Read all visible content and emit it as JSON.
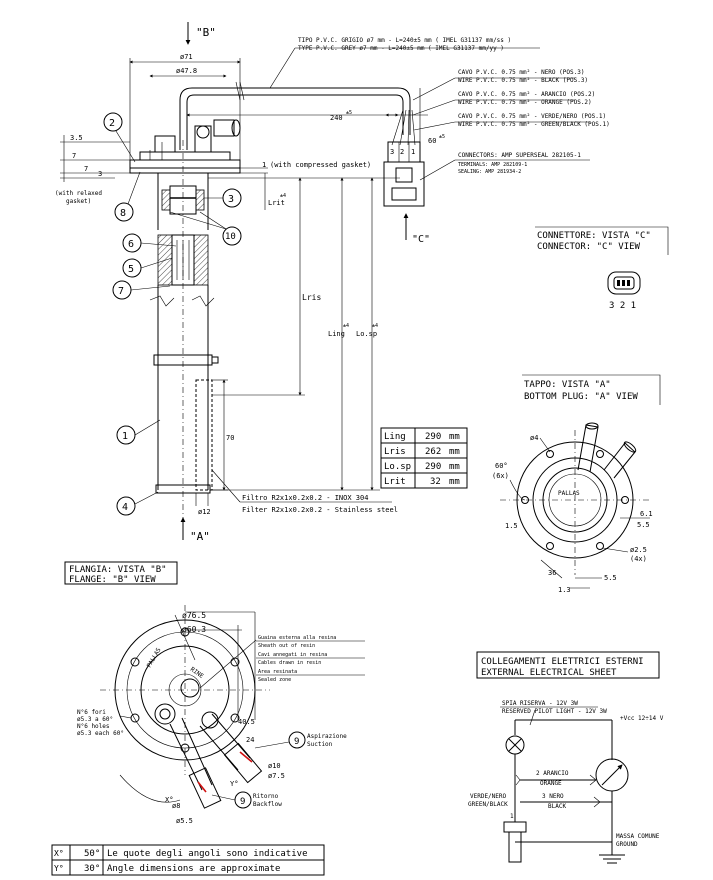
{
  "view_labels": {
    "view_b": "\"B\"",
    "view_a": "\"A\"",
    "view_c": "\"C\""
  },
  "dims": {
    "d71": "ø71",
    "d47_8": "ø47.8",
    "d240": "240",
    "d240_tol": "±5",
    "d60": "60",
    "d60_tol": "±5",
    "d3_5": "3.5",
    "d7a": "7",
    "d7b": "7",
    "d1": "1",
    "d3": "3",
    "lrit": "Lrit",
    "lrit_tol": "±4",
    "lris": "Lris",
    "ling": "Ling",
    "ling_tol": "±4",
    "losp": "Lo.sp",
    "losp_tol": "±4",
    "d70": "70",
    "d12": "ø12"
  },
  "cable_spec": {
    "line1": "TIPO P.V.C. GRIGIO ø7 mm - L=240±5 mm ( IMEL  G31137  mm/ss )",
    "line2": "TYPE P.V.C. GREY ø7 mm - L=240±5 mm ( IMEL  G31137  mm/yy )"
  },
  "wires": [
    {
      "it": "CAVO P.V.C. 0.75 mm² - NERO (POS.3)",
      "en": "WIRE P.V.C. 0.75 mm² - BLACK (POS.3)"
    },
    {
      "it": "CAVO P.V.C. 0.75 mm² - ARANCIO (POS.2)",
      "en": "WIRE P.V.C. 0.75 mm² - ORANGE (POS.2)"
    },
    {
      "it": "CAVO P.V.C. 0.75 mm² - VERDE/NERO (POS.1)",
      "en": "WIRE P.V.C. 0.75 mm² - GREEN/BLACK (POS.1)"
    }
  ],
  "connector_spec": [
    "CONNECTORS: AMP SUPERSEAL 282105-1",
    "TERMINALS: AMP 282109-1",
    "SEALING: AMP 281934-2"
  ],
  "connector_pins": [
    "3",
    "2",
    "1"
  ],
  "gasket": {
    "compressed": "(with compressed gasket)",
    "relaxed_1": "(with relaxed",
    "relaxed_2": "gasket)"
  },
  "balloons": [
    "2",
    "8",
    "3",
    "10",
    "6",
    "5",
    "7",
    "1",
    "4"
  ],
  "connector_view": {
    "it": "CONNETTORE: VISTA \"C\"",
    "en": "CONNECTOR: \"C\" VIEW",
    "pins": "3 2 1"
  },
  "bottom_plug": {
    "title_it": "TAPPO: VISTA \"A\"",
    "title_en": "BOTTOM PLUG: \"A\" VIEW",
    "d4": "ø4",
    "a60": "60°",
    "a60x": "(6x)",
    "d1_5": "1.5",
    "d6_1": "6.1",
    "d5_5a": "5.5",
    "d2_5": "ø2.5",
    "d2_5x": "(4x)",
    "d36": "36",
    "d5_5b": "5.5",
    "d1_3": "1.3",
    "stamp": "PALLAS"
  },
  "length_table": [
    {
      "name": "Ling",
      "value": "290",
      "unit": "mm"
    },
    {
      "name": "Lris",
      "value": "262",
      "unit": "mm"
    },
    {
      "name": "Lo.sp",
      "value": "290",
      "unit": "mm"
    },
    {
      "name": "Lrit",
      "value": "32",
      "unit": "mm"
    }
  ],
  "filter": {
    "it": "Filtro R2x1x0.2x0.2 - INOX 304",
    "en": "Filter R2x1x0.2x0.2 - Stainless steel"
  },
  "flange_view": {
    "it": "FLANGIA: VISTA \"B\"",
    "en": "FLANGE: \"B\" VIEW"
  },
  "flange_dims": {
    "d76_5": "ø76.5",
    "d60_3": "ø60.3",
    "d40_5": "40.5",
    "d24": "24",
    "d10": "ø10",
    "d7_5": "ø7.5",
    "d8": "ø8",
    "d5_5": "ø5.5",
    "x": "X°",
    "y": "Y°",
    "holes": [
      "N°6 fori",
      "ø5.3 a 60°",
      "N°6 holes",
      "ø5.3 each 60°"
    ]
  },
  "resin_notes": [
    "Guaina esterna alla resina",
    "Sheath out of resin",
    "Cavi annegati in resina",
    "Cables drawn in resin",
    "Area resinata",
    "Sealed zone"
  ],
  "suction": {
    "num": "9",
    "it": "Aspirazione",
    "en": "Suction"
  },
  "backflow": {
    "num": "9",
    "it": "Ritorno",
    "en": "Backflow"
  },
  "electrical": {
    "title_it": "COLLEGAMENTI ELETTRICI ESTERNI",
    "title_en": "EXTERNAL ELECTRICAL SHEET",
    "spia_it": "SPIA RISERVA - 12V 3W",
    "spia_en": "RESERVED PILOT LIGHT - 12V 3W",
    "vcc": "+Vcc 12÷14 V",
    "w2_it": "2 ARANCIO",
    "w2_en": "ORANGE",
    "w3_it": "3 NERO",
    "w3_en": "BLACK",
    "w1_it": "VERDE/NERO",
    "w1_en": "GREEN/BLACK",
    "w1_num": "1",
    "gnd_it": "MASSA COMUNE",
    "gnd_en": "GROUND"
  },
  "angle_table": [
    {
      "label": "X°",
      "value": "50°",
      "note": "Le quote degli angoli sono indicative"
    },
    {
      "label": "Y°",
      "value": "30°",
      "note": "Angle dimensions are approximate"
    }
  ]
}
